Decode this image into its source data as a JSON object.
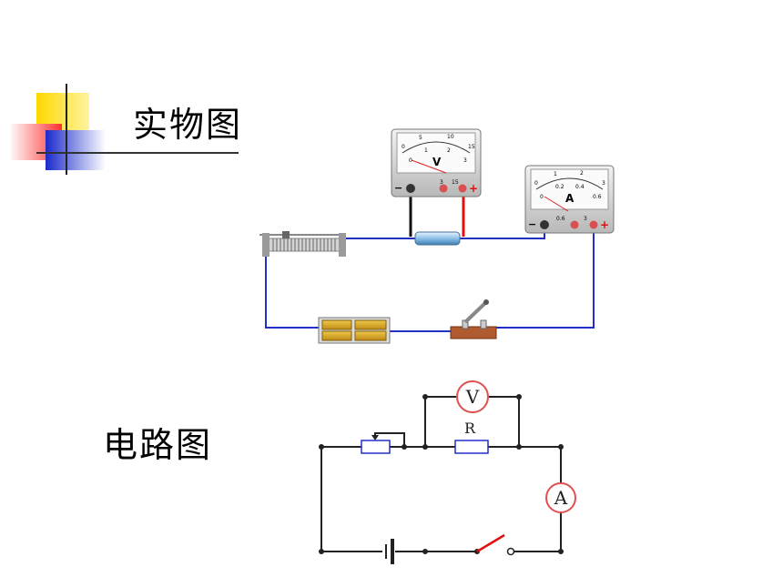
{
  "titles": {
    "physical": "实物图",
    "circuit": "电路图"
  },
  "voltmeter": {
    "symbol": "V",
    "scale_top": [
      "0",
      "5",
      "10",
      "15"
    ],
    "scale_bottom": [
      "0",
      "1",
      "2",
      "3"
    ],
    "terminals": [
      "−",
      "3",
      "15",
      "+"
    ]
  },
  "ammeter": {
    "symbol": "A",
    "scale_top": [
      "0",
      "1",
      "2",
      "3"
    ],
    "scale_bottom": [
      "0",
      "0.2",
      "0.4",
      "0.6"
    ],
    "terminals": [
      "−",
      "0.6",
      "3",
      "+"
    ]
  },
  "schematic": {
    "voltmeter_symbol": "V",
    "ammeter_symbol": "A",
    "resistor_label": "R"
  },
  "colors": {
    "wire_blue": "#2030c8",
    "wire_red": "#e01010",
    "accent_yellow": "#ffd800",
    "accent_red": "#ff4040",
    "accent_blue": "#2233cc"
  }
}
